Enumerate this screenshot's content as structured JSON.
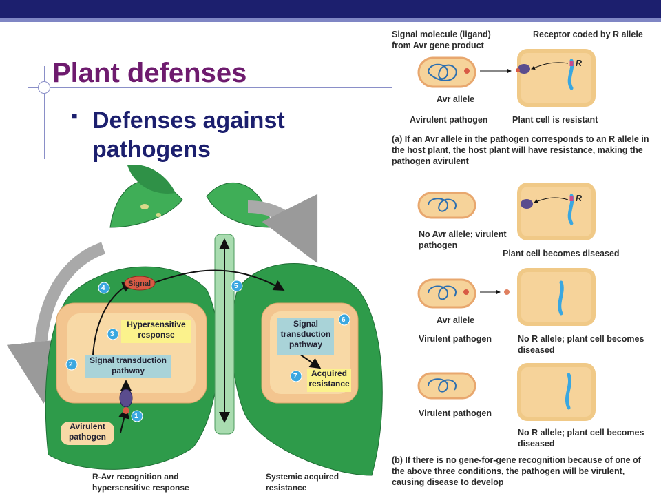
{
  "slide": {
    "title": "Plant defenses",
    "bullet": "Defenses against pathogens"
  },
  "left_diagram": {
    "signal": "Signal",
    "step_numbers": [
      "1",
      "2",
      "3",
      "4",
      "5",
      "6",
      "7"
    ],
    "hypersensitive": "Hypersensitive response",
    "signal_pathway_left": "Signal transduction pathway",
    "avirulent_pathogen": "Avirulent pathogen",
    "signal_pathway_right": "Signal transduction pathway",
    "acquired_resistance": "Acquired resistance",
    "caption_left": "R-Avr recognition and hypersensitive response",
    "caption_right": "Systemic acquired resistance"
  },
  "right_diagram": {
    "label_ligand": "Signal molecule (ligand) from Avr gene product",
    "label_receptor": "Receptor coded by R allele",
    "r_label": "R",
    "avr_allele": "Avr allele",
    "row1_left": "Avirulent pathogen",
    "row1_right": "Plant cell is resistant",
    "caption_a": "(a) If an Avr allele in the pathogen corresponds to an R allele in the host plant, the host plant will have resistance, making the pathogen avirulent",
    "row2_left": "No Avr allele; virulent pathogen",
    "row2_right": "Plant cell becomes diseased",
    "row3_left": "Virulent pathogen",
    "row3_right": "No R allele; plant cell becomes diseased",
    "row4_left": "Virulent pathogen",
    "row4_right": "No R allele; plant cell becomes diseased",
    "caption_b": "(b) If there is no gene-for-gene recognition because of one of the above three conditions, the pathogen will be virulent, causing disease to develop"
  },
  "colors": {
    "banner": "#1c1f6e",
    "title": "#6e1b6e",
    "leaf": "#2e9b4a",
    "cell_fill": "#f6d39a",
    "cell_border": "#e8b57a",
    "pathway_box": "#a9d3d8",
    "yellow_box": "#fbf28c",
    "signal_red": "#d85a45"
  }
}
